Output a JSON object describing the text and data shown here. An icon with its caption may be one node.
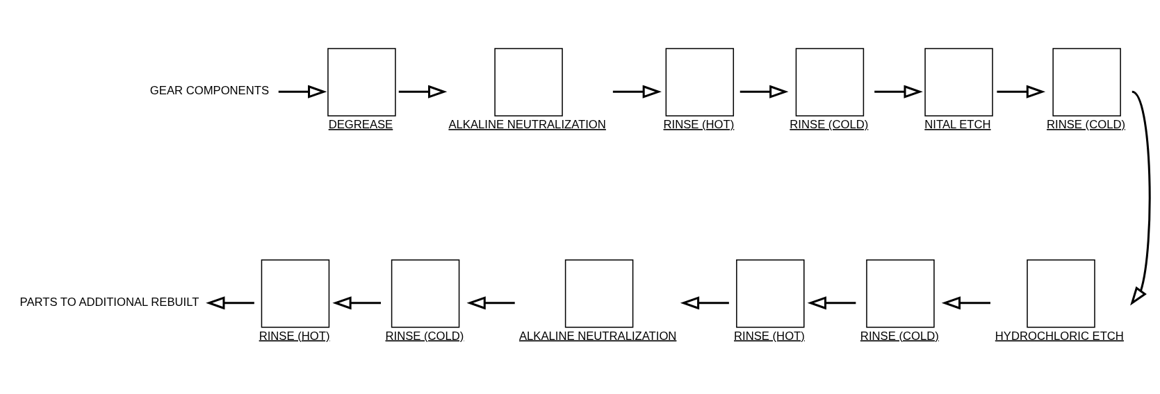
{
  "diagram": {
    "nodes": [
      {
        "text": [
          "GEAR COMPONENTS"
        ]
      },
      {
        "text": [
          "DEGREASE"
        ]
      },
      {
        "text": [
          "ALKALINE NEUTRALIZATION"
        ]
      },
      {
        "text": [
          "RINSE (HOT)"
        ]
      },
      {
        "text": [
          "RINSE (COLD)"
        ]
      },
      {
        "text": [
          "NITAL ETCH"
        ]
      },
      {
        "text": [
          "RINSE (COLD)"
        ]
      },
      {
        "text": [
          "HYDROCHLORIC ETCH"
        ]
      },
      {
        "text": [
          "RINSE (COLD)"
        ]
      },
      {
        "text": [
          "RINSE (HOT)"
        ]
      },
      {
        "text": [
          "ALKALINE NEUTRALIZATION"
        ]
      },
      {
        "text": [
          "RINSE (COLD)"
        ]
      },
      {
        "text": [
          "RINSE (HOT)"
        ]
      },
      {
        "text": [
          "PARTS TO ADDITIONAL REBUILT"
        ]
      }
    ],
    "edges": [
      {
        "from": 0,
        "to": 1,
        "arrow": "to"
      },
      {
        "from": 1,
        "to": 2,
        "arrow": "to"
      },
      {
        "from": 2,
        "to": 3,
        "arrow": "to"
      },
      {
        "from": 3,
        "to": 4,
        "arrow": "to"
      },
      {
        "from": 4,
        "to": 5,
        "arrow": "to"
      },
      {
        "from": 5,
        "to": 6,
        "arrow": "to"
      },
      {
        "from": 6,
        "to": 7,
        "arrow": "to"
      },
      {
        "from": 7,
        "to": 8,
        "arrow": "to"
      },
      {
        "from": 8,
        "to": 9,
        "arrow": "to"
      },
      {
        "from": 9,
        "to": 10,
        "arrow": "to"
      },
      {
        "from": 10,
        "to": 11,
        "arrow": "to"
      },
      {
        "from": 11,
        "to": 12,
        "arrow": "to"
      },
      {
        "from": 12,
        "to": 13,
        "arrow": "to"
      }
    ]
  }
}
